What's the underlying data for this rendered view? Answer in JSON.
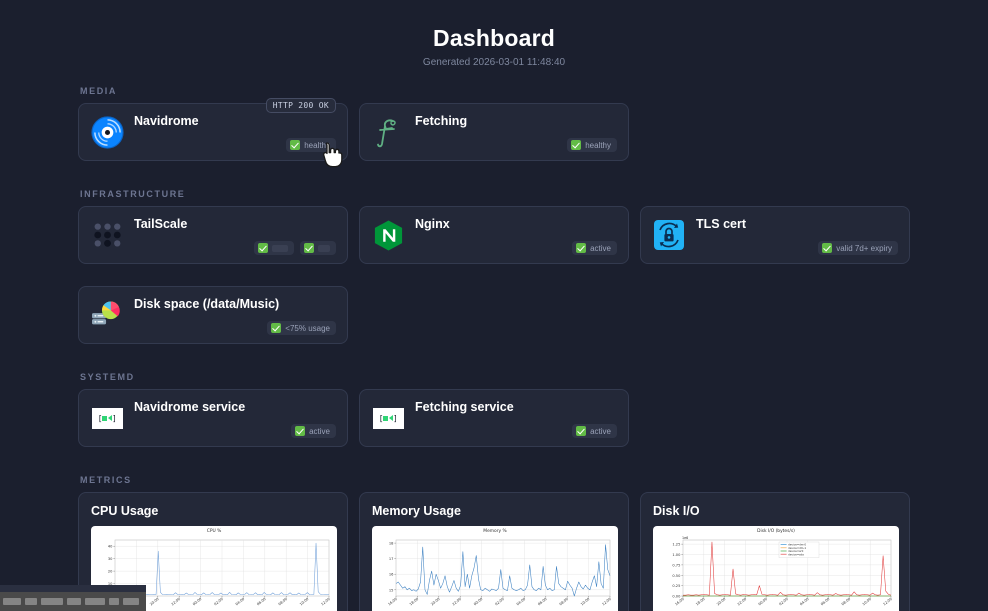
{
  "header": {
    "title": "Dashboard",
    "subtitle": "Generated 2026-03-01 11:48:40"
  },
  "sections": [
    {
      "label": "MEDIA"
    },
    {
      "label": "INFRASTRUCTURE"
    },
    {
      "label": "SYSTEMD"
    },
    {
      "label": "METRICS"
    }
  ],
  "media": {
    "navidrome": {
      "name": "Navidrome",
      "icon": "vinyl-record-icon",
      "tooltip": "HTTP 200 OK",
      "badge": "healthy"
    },
    "fetching": {
      "name": "Fetching",
      "icon": "fetching-script-f-icon",
      "badge": "healthy"
    }
  },
  "infrastructure": {
    "tailscale": {
      "name": "TailScale",
      "icon": "tailscale-dots-icon",
      "badge1": "",
      "badge2": ""
    },
    "nginx": {
      "name": "Nginx",
      "icon": "nginx-hexagon-icon",
      "badge": "active"
    },
    "tls": {
      "name": "TLS cert",
      "icon": "tls-lock-refresh-icon",
      "badge": "valid 7d+ expiry"
    },
    "disk": {
      "name": "Disk space (/data/Music)",
      "icon": "disk-pie-chart-icon",
      "badge": "<75% usage"
    }
  },
  "systemd": {
    "navidrome_service": {
      "name": "Navidrome service",
      "icon": "systemd-logo-icon",
      "badge": "active"
    },
    "fetching_service": {
      "name": "Fetching service",
      "icon": "systemd-logo-icon",
      "badge": "active"
    }
  },
  "metrics": {
    "cpu": {
      "title": "CPU Usage"
    },
    "memory": {
      "title": "Memory Usage"
    },
    "disk_io": {
      "title": "Disk I/O"
    }
  },
  "colors": {
    "page_bg": "#1b1f2e",
    "card_bg": "#232838",
    "card_border": "#333a4f",
    "section_label": "#6d7591",
    "badge_green": "#62bb46",
    "cpu_line": "#6f9fd8",
    "mem_line": "#3a7fc1",
    "disk_line_red": "#e03a3a",
    "disk_line_blue": "#4c9ed9",
    "disk_line_orange": "#f0a33c",
    "disk_line_green": "#4caf50"
  },
  "chart_data": [
    {
      "type": "line",
      "id": "cpu",
      "title": "CPU %",
      "xlabel": "",
      "ylabel": "",
      "ylim": [
        0,
        45
      ],
      "yticks": [
        0,
        10,
        20,
        30,
        40
      ],
      "grid": true,
      "legend": null,
      "xticks": [
        "16:00",
        "18:00",
        "20:00",
        "22:00",
        "00:00",
        "02:00",
        "04:00",
        "06:00",
        "08:00",
        "10:00",
        "12:00"
      ],
      "series": [
        {
          "name": "cpu",
          "color": "#6f9fd8",
          "values": [
            1.2,
            1.0,
            1.1,
            0.9,
            1.0,
            1.3,
            1.0,
            0.9,
            1.1,
            4.0,
            8.8,
            3.2,
            1.4,
            1.1,
            1.0,
            1.2,
            1.1,
            1.0,
            1.3,
            1.1,
            36.0,
            3.0,
            1.2,
            1.1,
            1.4,
            1.2,
            1.0,
            1.1,
            2.6,
            1.2,
            1.0,
            1.3,
            1.1,
            2.4,
            1.2,
            1.0,
            1.1,
            2.9,
            1.3,
            1.1,
            1.0,
            2.5,
            1.2,
            1.1,
            1.3,
            2.8,
            1.1,
            1.0,
            1.2,
            2.4,
            1.1,
            1.3,
            1.0,
            3.0,
            1.2,
            1.1,
            1.0,
            2.5,
            1.2,
            1.1,
            1.3,
            2.7,
            1.1,
            1.0,
            1.2,
            2.6,
            1.1,
            1.2,
            1.0,
            2.9,
            1.3,
            1.1,
            1.0,
            2.5,
            1.2,
            1.1,
            1.2,
            2.8,
            1.1,
            1.0,
            1.3,
            2.6,
            1.1,
            1.2,
            1.0,
            2.4,
            1.2,
            1.1,
            1.3,
            2.7,
            1.1,
            1.0,
            1.2,
            42.5,
            3.5,
            1.4,
            1.2,
            1.1,
            1.0,
            1.2
          ]
        }
      ]
    },
    {
      "type": "line",
      "id": "memory",
      "title": "Memory %",
      "xlabel": "",
      "ylabel": "",
      "ylim": [
        14.6,
        18.2
      ],
      "yticks": [
        15,
        16,
        17,
        18
      ],
      "grid": true,
      "legend": null,
      "xticks": [
        "16:00",
        "18:00",
        "20:00",
        "22:00",
        "00:00",
        "02:00",
        "04:00",
        "06:00",
        "08:00",
        "10:00",
        "12:00"
      ],
      "series": [
        {
          "name": "memory",
          "color": "#3a7fc1",
          "values": [
            15.4,
            15.5,
            15.3,
            15.1,
            15.2,
            15.0,
            15.1,
            14.95,
            15.0,
            14.9,
            15.05,
            15.5,
            17.75,
            15.0,
            14.7,
            15.6,
            16.2,
            15.3,
            16.0,
            15.6,
            15.1,
            15.4,
            15.9,
            15.2,
            14.85,
            15.2,
            15.6,
            15.1,
            14.9,
            15.3,
            17.45,
            15.2,
            16.0,
            15.1,
            15.9,
            16.4,
            17.2,
            15.7,
            15.0,
            14.95,
            15.1,
            15.0,
            14.9,
            15.05,
            15.0,
            14.95,
            15.1,
            16.3,
            15.1,
            15.0,
            14.95,
            15.9,
            15.1,
            15.0,
            14.95,
            15.0,
            15.1,
            14.95,
            15.0,
            15.3,
            16.6,
            15.2,
            15.0,
            14.95,
            15.1,
            15.0,
            16.5,
            15.3,
            15.0,
            15.1,
            14.95,
            15.0,
            16.5,
            15.4,
            15.2,
            15.1,
            15.0,
            15.55,
            15.3,
            15.1,
            14.6,
            15.1,
            15.5,
            15.2,
            15.05,
            15.3,
            15.1,
            15.0,
            15.5,
            15.9,
            15.2,
            16.8,
            15.4,
            15.1,
            17.9,
            16.3,
            15.9
          ]
        }
      ]
    },
    {
      "type": "line",
      "id": "disk_io",
      "title": "Disk I/O (bytes/s)",
      "xlabel": "",
      "ylabel": "",
      "y_multiplier": "1e6",
      "ylim": [
        0,
        1.35
      ],
      "yticks": [
        0.0,
        0.25,
        0.5,
        0.75,
        1.0,
        1.25
      ],
      "grid": true,
      "legend_position": "upper center",
      "xticks": [
        "16:00",
        "18:00",
        "20:00",
        "22:00",
        "00:00",
        "02:00",
        "04:00",
        "06:00",
        "08:00",
        "10:00",
        "12:00"
      ],
      "series": [
        {
          "name": "device=dm-0",
          "color": "#4c9ed9",
          "values": [
            0,
            0,
            0,
            0,
            0,
            0,
            0,
            0,
            0,
            0,
            0,
            0,
            0,
            0,
            0,
            0,
            0,
            0,
            0,
            0,
            0,
            0,
            0,
            0,
            0,
            0,
            0,
            0,
            0,
            0,
            0,
            0,
            0,
            0,
            0,
            0,
            0,
            0,
            0,
            0,
            0,
            0,
            0,
            0,
            0,
            0,
            0,
            0,
            0,
            0,
            0,
            0,
            0,
            0,
            0,
            0,
            0,
            0,
            0,
            0,
            0,
            0,
            0,
            0,
            0,
            0,
            0,
            0,
            0,
            0,
            0,
            0,
            0,
            0,
            0,
            0,
            0,
            0,
            0,
            0
          ]
        },
        {
          "name": "device=dm-1",
          "color": "#f0a33c",
          "values": [
            0,
            0,
            0,
            0,
            0,
            0,
            0,
            0,
            0,
            0,
            0,
            0,
            0,
            0,
            0,
            0,
            0,
            0,
            0,
            0,
            0,
            0,
            0,
            0,
            0,
            0,
            0,
            0,
            0,
            0,
            0,
            0,
            0,
            0,
            0,
            0,
            0,
            0,
            0,
            0,
            0,
            0,
            0,
            0,
            0,
            0,
            0,
            0,
            0,
            0,
            0,
            0,
            0,
            0,
            0,
            0,
            0,
            0,
            0,
            0,
            0,
            0,
            0,
            0,
            0,
            0,
            0,
            0,
            0,
            0,
            0,
            0,
            0,
            0,
            0,
            0,
            0,
            0,
            0,
            0
          ]
        },
        {
          "name": "device=sr0",
          "color": "#4caf50",
          "values": [
            0,
            0,
            0,
            0,
            0,
            0,
            0,
            0,
            0,
            0,
            0,
            0,
            0,
            0,
            0,
            0,
            0,
            0,
            0,
            0,
            0,
            0,
            0,
            0,
            0,
            0,
            0,
            0,
            0,
            0,
            0,
            0,
            0,
            0,
            0,
            0,
            0,
            0,
            0,
            0,
            0,
            0,
            0,
            0,
            0,
            0,
            0,
            0,
            0,
            0,
            0,
            0,
            0,
            0,
            0,
            0,
            0,
            0,
            0,
            0,
            0,
            0,
            0,
            0,
            0,
            0,
            0,
            0,
            0,
            0,
            0,
            0,
            0,
            0,
            0,
            0,
            0,
            0,
            0,
            0
          ]
        },
        {
          "name": "device=sda",
          "color": "#e03a3a",
          "values": [
            0.02,
            0.02,
            0.03,
            0.02,
            0.02,
            0.03,
            0.02,
            0.03,
            0.04,
            0.03,
            0.02,
            1.3,
            0.06,
            0.03,
            0.02,
            0.03,
            0.04,
            0.03,
            0.02,
            0.65,
            0.05,
            0.03,
            0.02,
            0.04,
            0.03,
            0.02,
            0.03,
            0.04,
            0.03,
            0.25,
            0.04,
            0.03,
            0.02,
            0.03,
            0.04,
            0.03,
            0.02,
            0.09,
            0.03,
            0.02,
            0.03,
            0.04,
            0.03,
            0.02,
            0.07,
            0.03,
            0.02,
            0.03,
            0.04,
            0.03,
            0.02,
            0.08,
            0.03,
            0.02,
            0.03,
            0.04,
            0.03,
            0.02,
            0.06,
            0.03,
            0.02,
            0.03,
            0.04,
            0.03,
            0.02,
            0.1,
            0.03,
            0.02,
            0.03,
            0.04,
            0.03,
            0.02,
            0.07,
            0.03,
            0.02,
            0.03,
            0.97,
            0.12,
            0.04,
            0.02
          ]
        }
      ]
    }
  ],
  "taskbar": {
    "present": true
  }
}
